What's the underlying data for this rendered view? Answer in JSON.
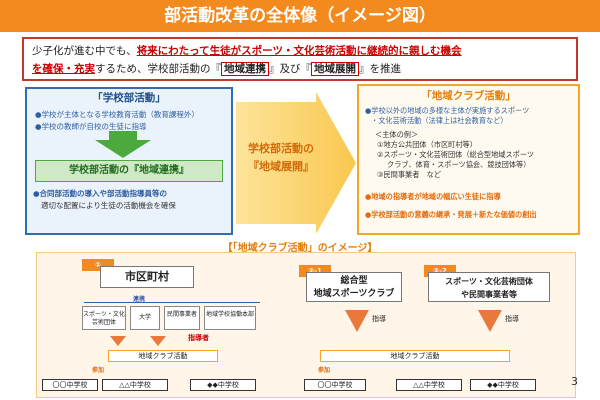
{
  "title": "部活動改革の全体像（イメージ図）",
  "intro": {
    "p1": "少子化が進む中でも、",
    "p2_red": "将来にわたって生徒がスポーツ・文化芸術活動に継続的に親しむ機会",
    "p3_red": "を確保・充実",
    "p4": "するため、学校部活動の『",
    "p5_box": "地域連携",
    "p6": "』及び『",
    "p7_box": "地域展開",
    "p8": "』を推進"
  },
  "school": {
    "head": "「学校部活動」",
    "l1": "●学校が主体となる学校教育活動（教育課程外）",
    "l2": "●学校の教師が自校の生徒に指導",
    "green_box": "学校部活動の『地域連携』",
    "b1": "●合同部活動の導入や部活動指導員等の",
    "b2": "適切な配置により生徒の活動機会を確保"
  },
  "arrow": {
    "l1": "学校部活動の",
    "l2": "『地域展開』"
  },
  "club": {
    "head": "「地域クラブ活動」",
    "l1": "●学校以外の地域の多様な主体が実施するスポーツ",
    "l2": "・文化芸術活動（法律上は社会教育など）",
    "l3": "＜主体の例＞",
    "l4": "①地方公共団体（市区町村等）",
    "l5": "②スポーツ・文化芸術団体（総合型地域スポーツ",
    "l6": "クラブ、体育・スポーツ協会、競技団体等）",
    "l7": "③民間事業者　など",
    "l8": "●地域の指導者が地域の幅広い生徒に指導",
    "l9": "●学校部活動の意義の継承・発展＋新たな価値の創出"
  },
  "section_title": "【「地域クラブ活動」のイメージ】",
  "left_panel": {
    "badge": "①",
    "city": "市区町村",
    "renkei": "連携",
    "org1": "スポーツ・文化芸術団体",
    "org2": "大学",
    "org3": "民間事業者",
    "org4": "地域学校協働本部",
    "shidousha": "指導者",
    "club_bar": "地域クラブ活動",
    "sanka": "参加",
    "school1": "〇〇中学校",
    "school2": "△△中学校",
    "school3": "◆◆中学校"
  },
  "mid_panel": {
    "badge": "②-1",
    "line1": "総合型",
    "line2": "地域スポーツクラブ",
    "shido": "指導"
  },
  "right_panel": {
    "badge": "②-2",
    "line1": "スポーツ・文化芸術団体",
    "line2": "や民間事業者等",
    "shido": "指導",
    "club_bar": "地域クラブ活動",
    "sanka": "参加",
    "school1": "〇〇中学校",
    "school2": "△△中学校",
    "school3": "◆◆中学校"
  },
  "page_number": "3"
}
